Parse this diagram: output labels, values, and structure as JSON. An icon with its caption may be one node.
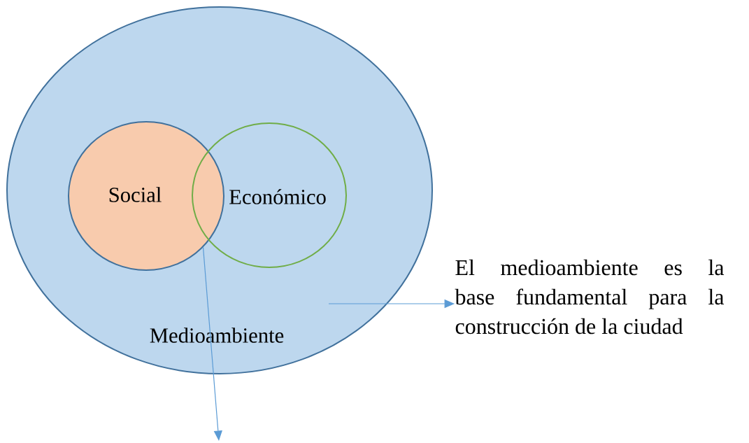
{
  "diagram": {
    "nodes": [
      {
        "text": [
          "Medioambiente"
        ]
      },
      {
        "text": [
          "Social"
        ],
        "in": 0
      },
      {
        "text": [
          "Económico"
        ],
        "in": 0
      },
      {
        "text": [
          "El medioambiente es la base fundamental para la construcción de la ciudad"
        ]
      }
    ],
    "edges": [
      {
        "from": 0,
        "to": 3,
        "arrow": "to"
      },
      {
        "from": 1,
        "to": null,
        "arrow": "to"
      }
    ]
  }
}
